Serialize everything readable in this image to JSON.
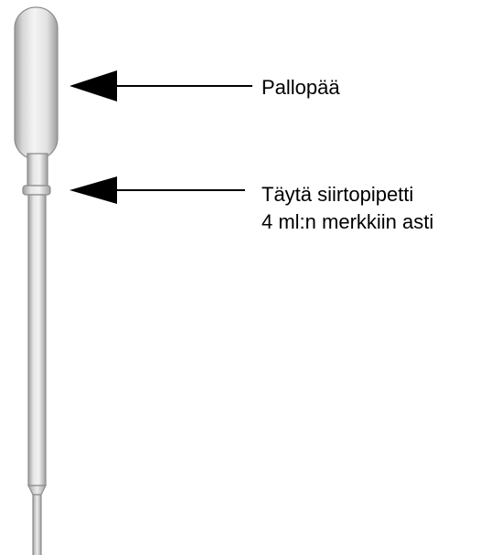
{
  "labels": {
    "bulb": "Pallopää",
    "fill_line1": "Täytä siirtopipetti",
    "fill_line2": "4 ml:n merkkiin asti"
  }
}
